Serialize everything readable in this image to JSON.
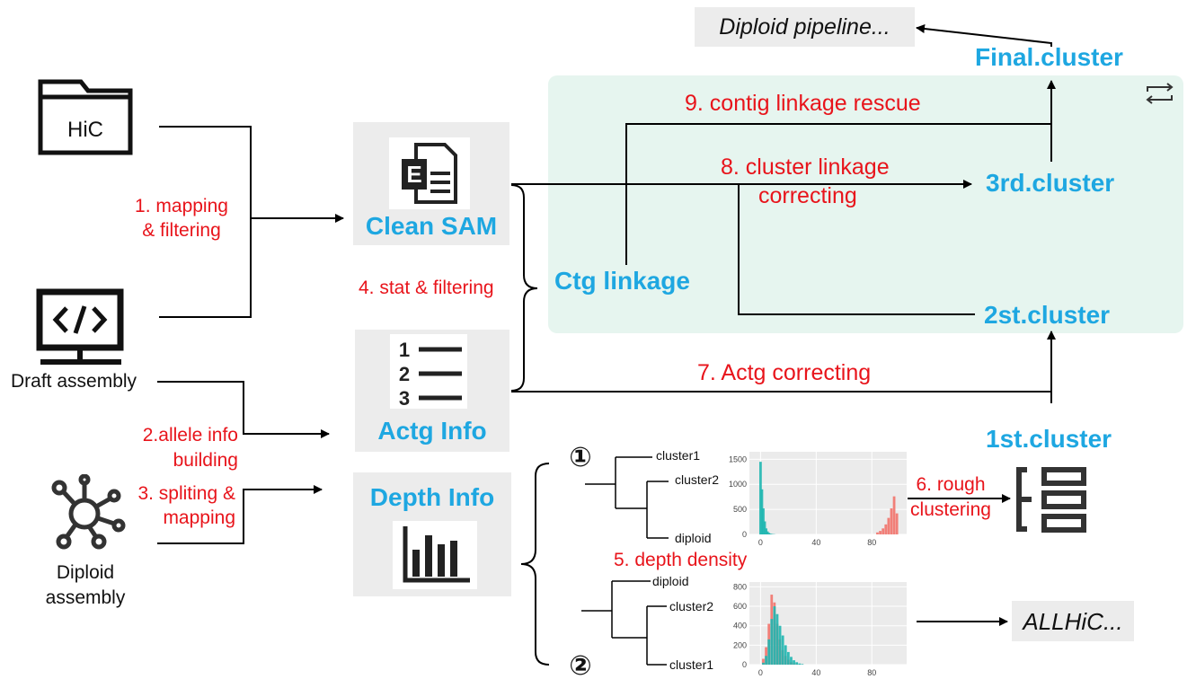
{
  "diagram": {
    "colors": {
      "accent_blue": "#1ea7e1",
      "step_red": "#e8141b",
      "panel_green": "#e6f5ef",
      "box_gray": "#ececec"
    },
    "inputs": {
      "hic": "HiC",
      "draft": "Draft assembly",
      "diploid_line1": "Diploid",
      "diploid_line2": "assembly"
    },
    "nodes": {
      "clean_sam": "Clean SAM",
      "actg_info": "Actg Info",
      "depth_info": "Depth Info",
      "ctg_linkage": "Ctg linkage",
      "first_cluster": "1st.cluster",
      "second_cluster": "2st.cluster",
      "third_cluster": "3rd.cluster",
      "final_cluster": "Final.cluster",
      "diploid_pipeline": "Diploid pipeline...",
      "allhic": "ALLHiC..."
    },
    "steps": {
      "s1_line1": "1. mapping",
      "s1_line2": "& filtering",
      "s2_line1": "2.allele info",
      "s2_line2": "building",
      "s3_line1": "3. spliting &",
      "s3_line2": "mapping",
      "s4": "4. stat & filtering",
      "s5": "5. depth density",
      "s6_line1": "6. rough",
      "s6_line2": "clustering",
      "s7": "7. Actg correcting",
      "s8_line1": "8. cluster linkage",
      "s8_line2": "correcting",
      "s9": "9. contig linkage rescue"
    },
    "cases": {
      "case1": "①",
      "case2": "②"
    },
    "doc_icon_letter": "E",
    "list_numbers": [
      "1",
      "2",
      "3"
    ]
  },
  "chart_data": [
    {
      "type": "bar",
      "dendrogram_leaves": [
        "cluster1",
        "cluster2",
        "diploid"
      ],
      "yticks": [
        "1500",
        "1000",
        "500",
        "0"
      ],
      "xticks": [
        "0",
        "40",
        "80"
      ],
      "series": [
        {
          "color": "#1fb6b0",
          "x": [
            0,
            1,
            2,
            3,
            4,
            5,
            6,
            7,
            8,
            9,
            10
          ],
          "values": [
            1450,
            900,
            520,
            260,
            120,
            60,
            30,
            15,
            8,
            5,
            3
          ]
        },
        {
          "color": "#f2736b",
          "x": [
            84,
            86,
            88,
            90,
            92,
            94,
            96,
            98
          ],
          "values": [
            40,
            70,
            120,
            200,
            330,
            520,
            760,
            420
          ]
        }
      ]
    },
    {
      "type": "bar",
      "dendrogram_leaves": [
        "diploid",
        "cluster2",
        "cluster1"
      ],
      "yticks": [
        "800",
        "600",
        "400",
        "200",
        "0"
      ],
      "xticks": [
        "0",
        "40",
        "80"
      ],
      "series": [
        {
          "color": "#f2736b",
          "x": [
            2,
            4,
            6,
            8,
            10,
            12,
            14,
            16,
            18,
            20,
            22,
            24,
            26
          ],
          "values": [
            60,
            180,
            420,
            720,
            640,
            420,
            260,
            150,
            90,
            50,
            25,
            12,
            6
          ]
        },
        {
          "color": "#1fb6b0",
          "x": [
            2,
            4,
            6,
            8,
            10,
            12,
            14,
            16,
            18,
            20,
            22,
            24,
            26,
            28,
            30
          ],
          "values": [
            20,
            90,
            260,
            470,
            600,
            520,
            400,
            300,
            200,
            130,
            80,
            45,
            25,
            12,
            6
          ]
        }
      ]
    }
  ]
}
